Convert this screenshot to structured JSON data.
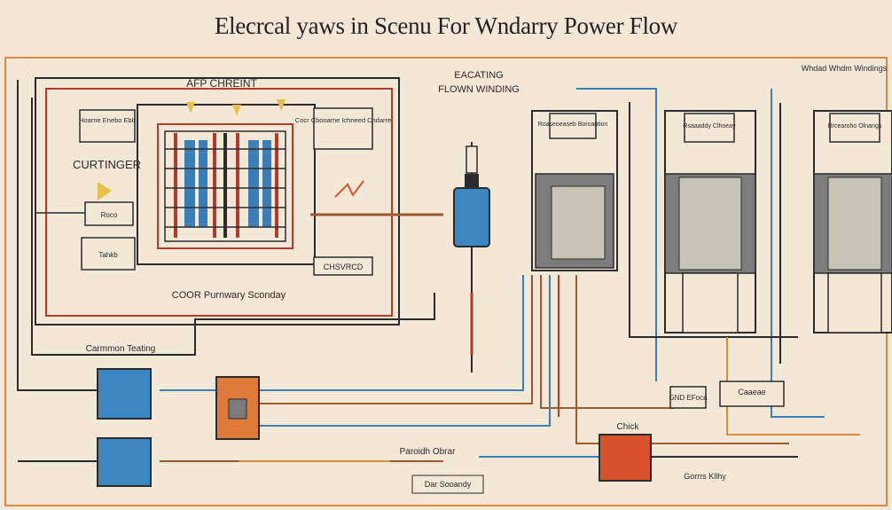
{
  "title": "Elecrcal yaws in Scenu For Wndarry Power Flow",
  "labels": {
    "apf_circuit": "AFP CHREINT",
    "eacating": "EACATING",
    "flow_winding": "FLOWN WINDING",
    "winding_top_right": "Whdad Whdm Windings",
    "box_left": "Hoarne Enebo Eblr",
    "curtinger": "CURTINGER",
    "core_label": "Cocr Cbooame Ichneed Cndarre",
    "small_box_1": "Roco",
    "small_box_2": "Tahkb",
    "chsvrcd": "CHSVRCD",
    "core_primary": "COOR Purnwary Sconday",
    "common_testing": "Carmmon Teating",
    "box_t1": "Roaseoeaseb Borcantion",
    "box_t2": "Rsaaaddy Clhoeay",
    "box_t3": "Rrcearoho Olnangs",
    "panel_right": "Caaeae",
    "chick": "Chick",
    "cord_label": "Gorrrs Kllhy",
    "primary_bottom": "Paroidh Obrar",
    "secondary_bottom": "Dar Sooandy",
    "gnd": "GND EFoca"
  },
  "colors": {
    "background": "#f3e8d6",
    "frame": "#d98a45",
    "dark_line": "#2b2b2b",
    "red_line": "#b33a2c",
    "blue_line": "#3a7fb8",
    "brown_line": "#9a5a2e",
    "blue_box": "#3c86c2",
    "orange_box": "#e07a3a",
    "red_box": "#d8522e",
    "gray_panel": "#7c7c7c"
  }
}
